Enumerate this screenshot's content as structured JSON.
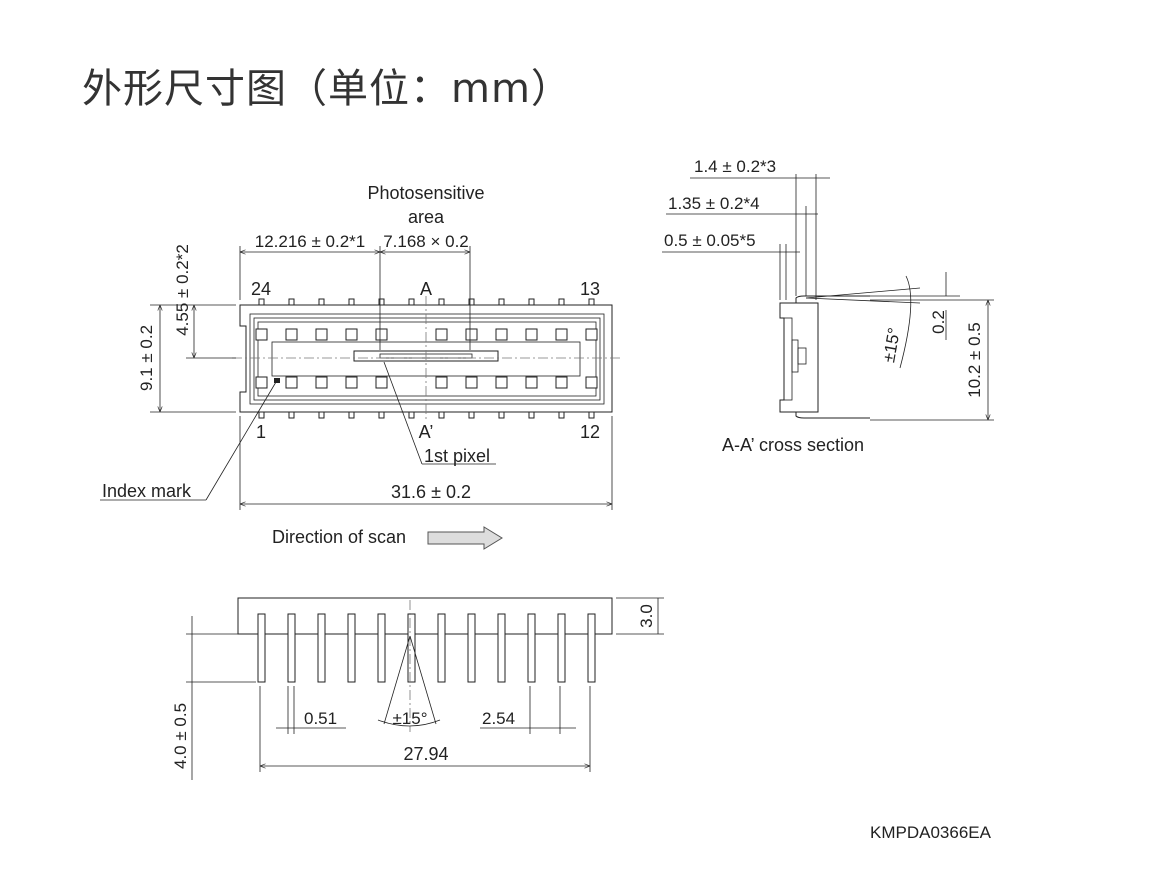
{
  "title": "外形尺寸图（单位：mm）",
  "drawing_code": "KMPDA0366EA",
  "top_view": {
    "photosensitive_area_label_line1": "Photosensitive",
    "photosensitive_area_label_line2": "area",
    "dim_offset": "12.216 ± 0.2*1",
    "dim_area_width": "7.168 × 0.2",
    "dim_height_half": "4.55 ± 0.2*2",
    "dim_height": "9.1 ± 0.2",
    "dim_length": "31.6 ± 0.2",
    "pin_24": "24",
    "pin_13": "13",
    "pin_1": "1",
    "pin_12": "12",
    "section_a": "A",
    "section_a_prime": "A’",
    "first_pixel": "1st pixel",
    "index_mark": "Index mark",
    "direction_of_scan": "Direction of scan"
  },
  "cross_section": {
    "dim_1": "1.4 ± 0.2*3",
    "dim_2": "1.35 ± 0.2*4",
    "dim_3": "0.5 ± 0.05*5",
    "dim_angle": "±15°",
    "dim_thickness": "0.2",
    "dim_height": "10.2 ± 0.5",
    "caption": "A-A’ cross section"
  },
  "side_view": {
    "dim_body": "3.0",
    "dim_lead": "4.0 ± 0.5",
    "dim_lead_width": "0.51",
    "dim_angle": "±15°",
    "dim_pitch": "2.54",
    "dim_span": "27.94"
  }
}
